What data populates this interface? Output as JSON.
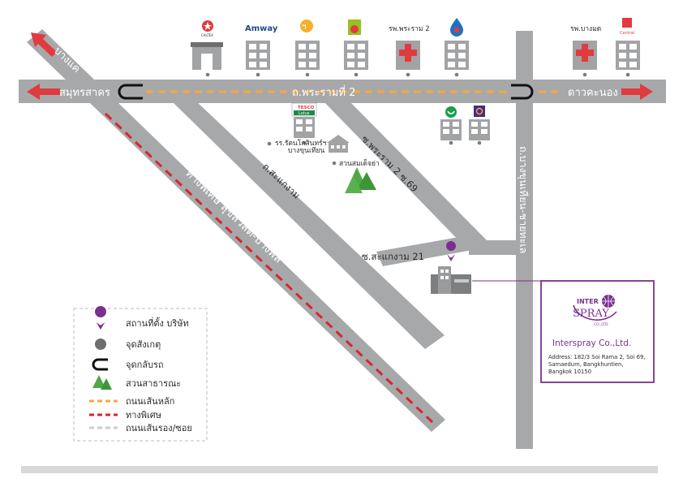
{
  "colors": {
    "road": "#a7a8aa",
    "road_edge": "#9a9b9d",
    "arrow": "#e03b3f",
    "main_dash": "#f7a740",
    "special_dash": "#d7262f",
    "secondary_dash": "#cccccc",
    "building": "#a2a3a5",
    "window": "#ffffff",
    "dot": "#7a7b7d",
    "pin": "#7b2f8e",
    "tree": "#4fa845",
    "company": "#7b2f8e"
  },
  "roads": {
    "rama2": "ถ.พระรามที่ 2",
    "samut_sakhon": "สมุทรสาคร",
    "dao_khanong": "ดาวคะนอง",
    "bang_khae": "บางแค",
    "bang_khunthian_chaithale": "ถ.บางขุนเทียน-ชายทะเล",
    "special_road": "ทางพิเศษ สุขสวัสดิ์-บางพลี",
    "samae_dam": "ถ.สะแกงาม",
    "soi_rama2_69": "ซ.พระราม 2 ซ.69",
    "soi_samae_dam_21": "ซ.สะแกงาม 21"
  },
  "landmarks": {
    "caltex": "CALTEX",
    "amway": "Amway",
    "hospital_rama2": "รพ.พระราม 2",
    "hospital_bangmot": "รพ.บางมด",
    "central": "Central",
    "tesco_top": "TESCO",
    "tesco_bottom": "Lotus",
    "school_line1": "รร.รัตนโกสินทร์ฯ",
    "school_line2": "บางขุนเทียน",
    "park": "สวนสมเด็จย่า"
  },
  "company": {
    "logo_top": "INTER",
    "logo_main": "SPRAY",
    "logo_sub": "CO.,LTD.",
    "name": "Interspray Co.,Ltd.",
    "address_lines": [
      "Address: 182/3 Soi Rama 2, Soi 69,",
      "Samaedum, Bangkhuntien,",
      "Bangkok 10150"
    ]
  },
  "legend": [
    {
      "icon": "location-pin-icon",
      "label": "สถานที่ตั้ง บริษัท"
    },
    {
      "icon": "landmark-dot-icon",
      "label": "จุดสังเกตุ"
    },
    {
      "icon": "u-turn-icon",
      "label": "จุดกลับรถ"
    },
    {
      "icon": "park-trees-icon",
      "label": "สวนสาธารณะ"
    },
    {
      "icon": "main-road-line-icon",
      "label": "ถนนเส้นหลัก"
    },
    {
      "icon": "expressway-line-icon",
      "label": "ทางพิเศษ"
    },
    {
      "icon": "secondary-road-line-icon",
      "label": "ถนนเส้นรอง/ซอย"
    }
  ]
}
